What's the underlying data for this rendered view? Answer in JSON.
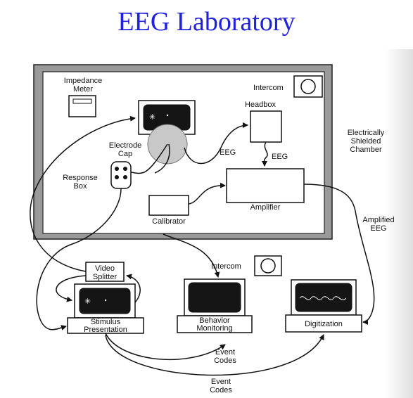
{
  "title": "EEG Laboratory",
  "labels": {
    "impedance_meter": [
      "Impedance",
      "Meter"
    ],
    "intercom_inner": "Intercom",
    "headbox": "Headbox",
    "electrically_shielded_chamber": [
      "Electrically",
      "Shielded",
      "Chamber"
    ],
    "electrode_cap": [
      "Electrode",
      "Cap"
    ],
    "eeg_left": "EEG",
    "eeg_right": "EEG",
    "response_box": [
      "Response",
      "Box"
    ],
    "amplifier": "Amplifier",
    "calibrator": "Calibrator",
    "amplified_eeg": [
      "Amplified",
      "EEG"
    ],
    "intercom_outer": "Intercom",
    "video_splitter": [
      "Video",
      "Splitter"
    ],
    "stimulus_presentation": [
      "Stimulus",
      "Presentation"
    ],
    "behavior_monitoring": [
      "Behavior",
      "Monitoring"
    ],
    "digitization": "Digitization",
    "event_codes_upper": [
      "Event",
      "Codes"
    ],
    "event_codes_lower": [
      "Event",
      "Codes"
    ]
  }
}
